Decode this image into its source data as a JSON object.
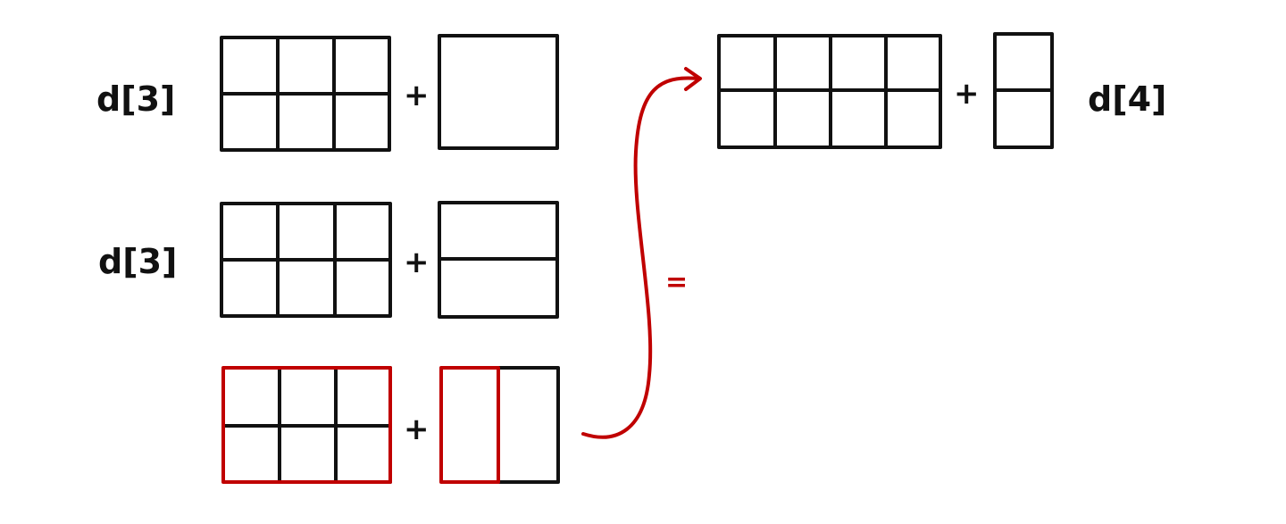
{
  "labels": {
    "row1_label": "d[3]",
    "row2_label": "d[3]",
    "result_label": "d[4]"
  },
  "operators": {
    "plus_row1": "+",
    "plus_row2": "+",
    "plus_row3": "+",
    "plus_result": "+",
    "equals": "="
  },
  "colors": {
    "ink": "#111111",
    "highlight": "#c00000"
  }
}
